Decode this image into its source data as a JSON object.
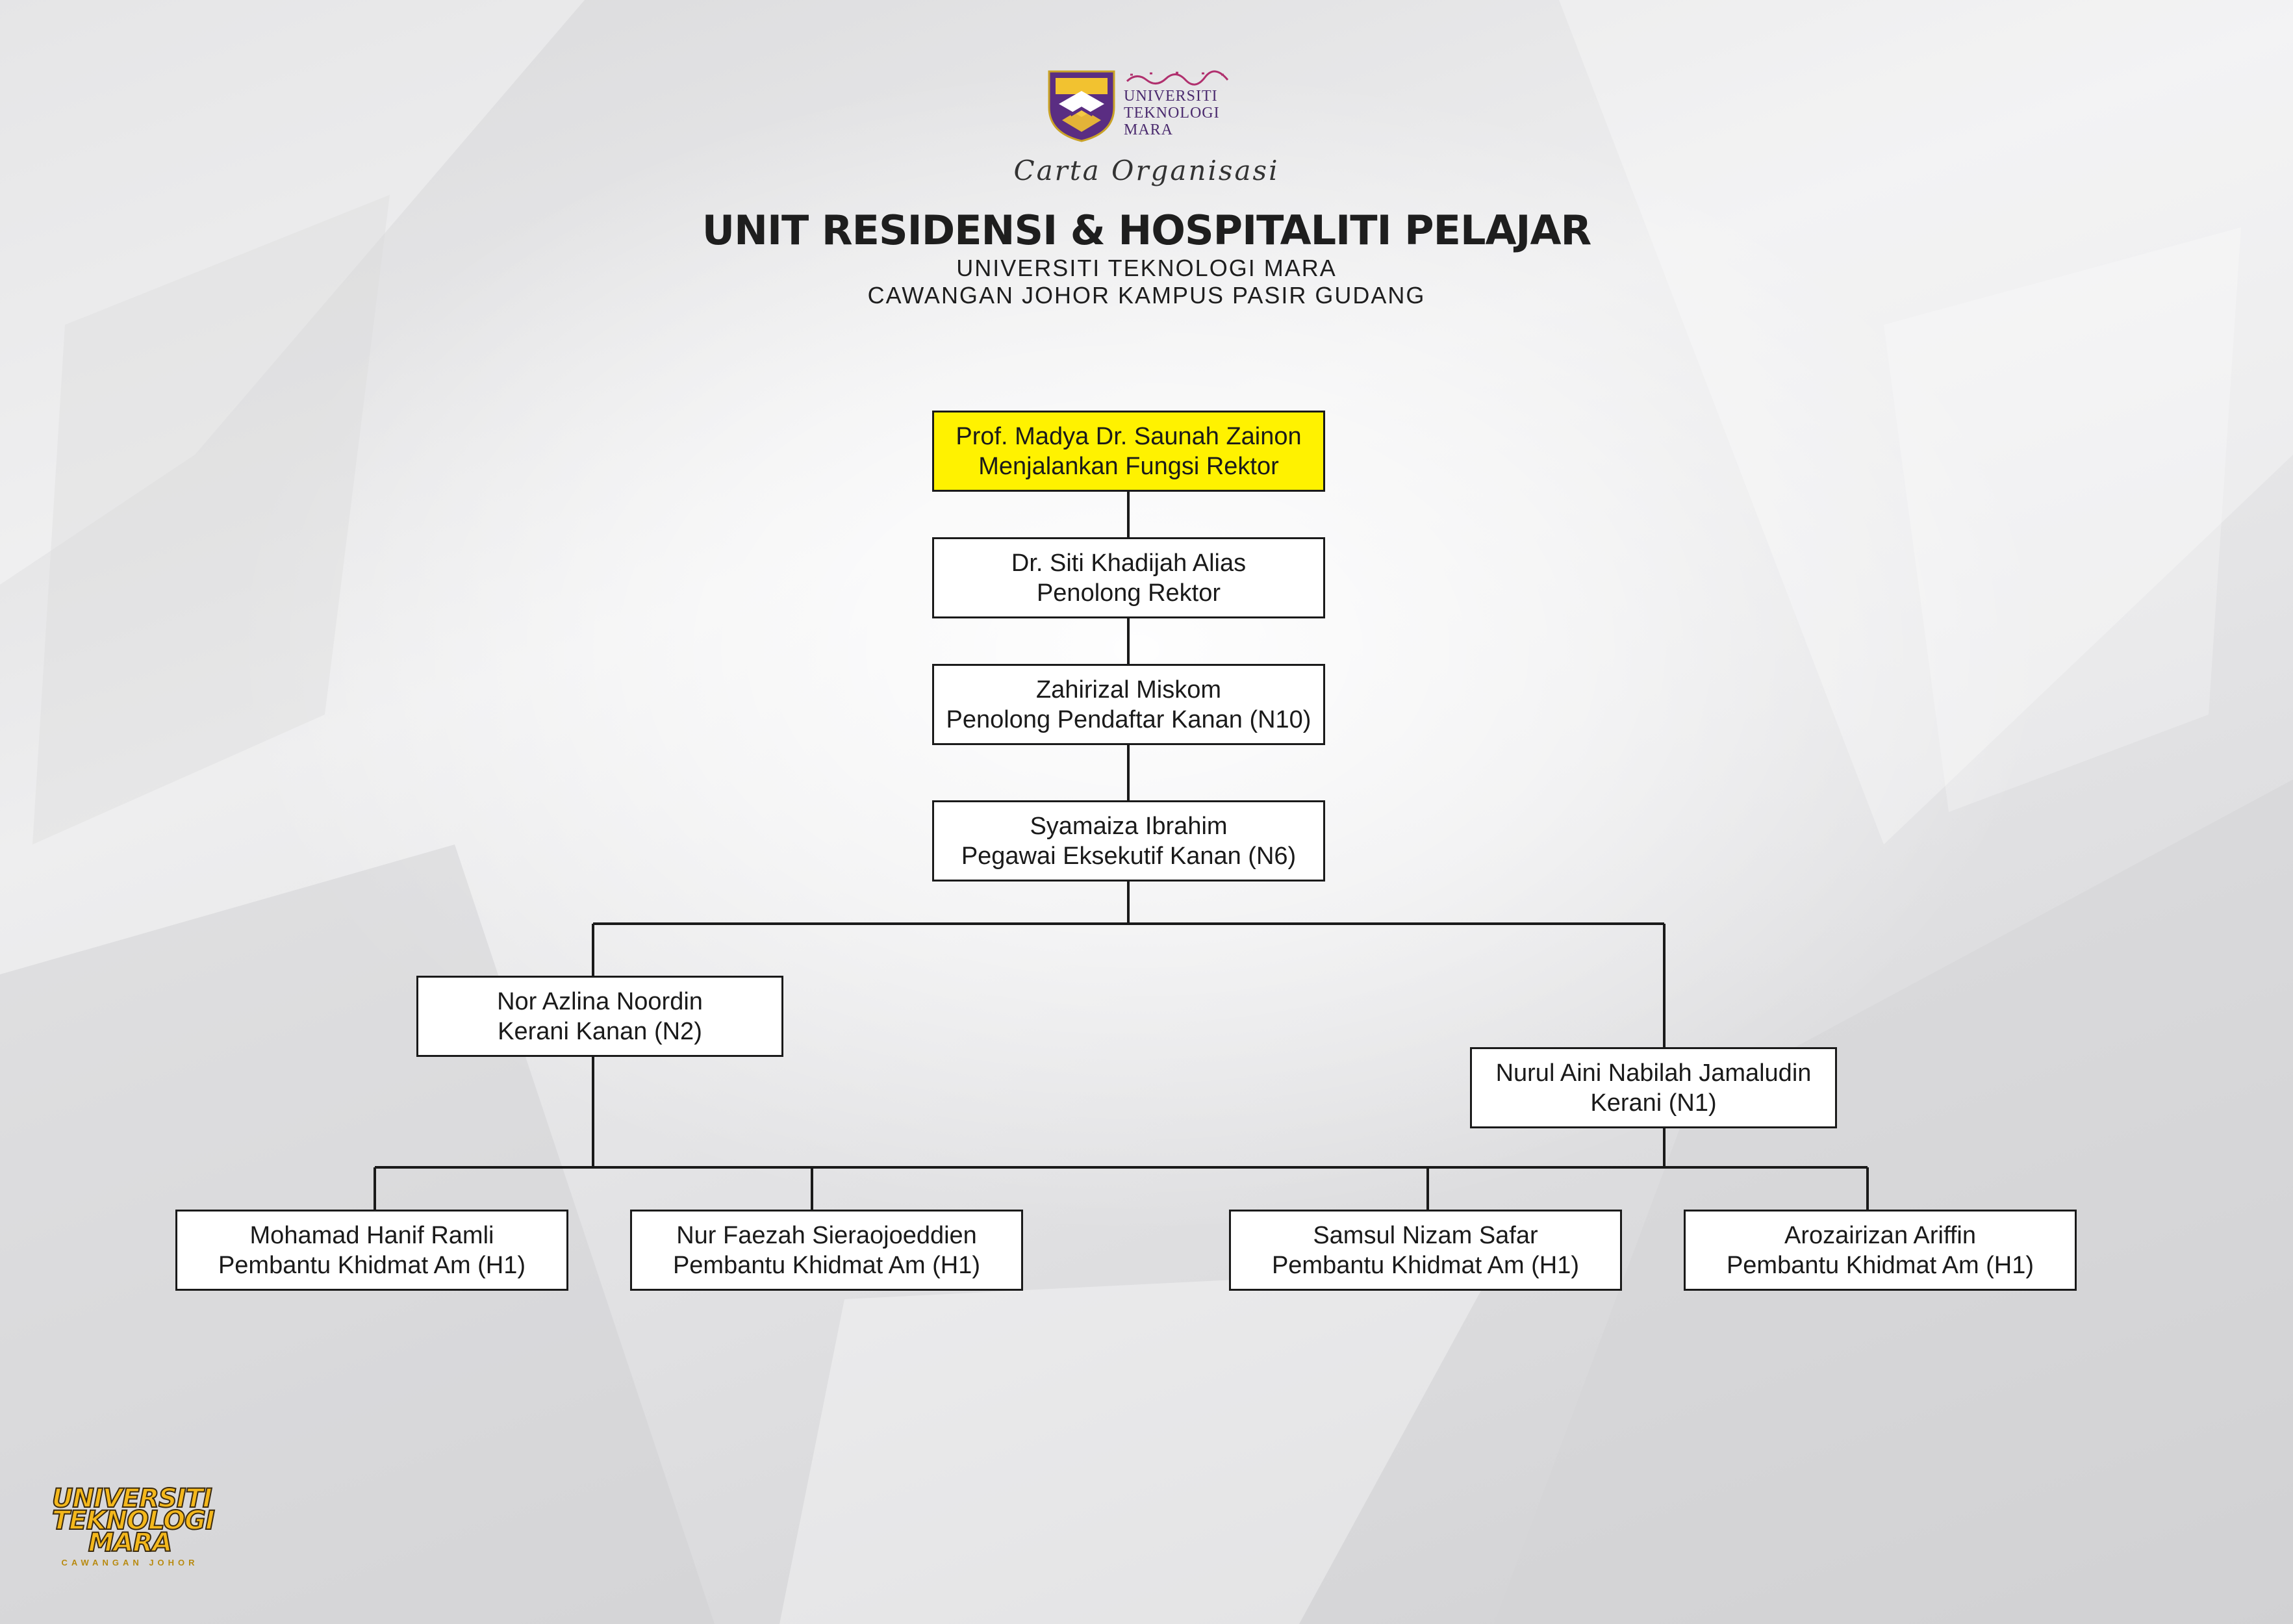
{
  "header": {
    "logo_lines": [
      "UNIVERSITI",
      "TEKNOLOGI",
      "MARA"
    ],
    "script_subtitle": "Carta Organisasi",
    "title": "UNIT RESIDENSI & HOSPITALITI PELAJAR",
    "subtitle_line1": "UNIVERSITI TEKNOLOGI MARA",
    "subtitle_line2": "CAWANGAN JOHOR KAMPUS PASIR GUDANG"
  },
  "org_chart": {
    "nodes": [
      {
        "name": "Prof. Madya Dr. Saunah Zainon",
        "role": "Menjalankan Fungsi Rektor",
        "highlight_color": "#fff200"
      },
      {
        "name": "Dr. Siti Khadijah Alias",
        "role": "Penolong Rektor"
      },
      {
        "name": "Zahirizal Miskom",
        "role": "Penolong Pendaftar Kanan (N10)"
      },
      {
        "name": "Syamaiza Ibrahim",
        "role": "Pegawai Eksekutif Kanan (N6)"
      },
      {
        "name": "Nor Azlina Noordin",
        "role": "Kerani Kanan (N2)"
      },
      {
        "name": "Nurul Aini Nabilah Jamaludin",
        "role": "Kerani (N1)"
      },
      {
        "name": "Mohamad Hanif Ramli",
        "role": "Pembantu Khidmat Am (H1)"
      },
      {
        "name": "Nur Faezah Sieraojoeddien",
        "role": "Pembantu Khidmat Am (H1)"
      },
      {
        "name": "Samsul Nizam Safar",
        "role": "Pembantu Khidmat Am (H1)"
      },
      {
        "name": "Arozairizan Ariffin",
        "role": "Pembantu Khidmat Am (H1)"
      }
    ]
  },
  "footer_logo": {
    "lines": [
      "UNIVERSITI",
      "TEKNOLOGI",
      "MARA"
    ],
    "small": "CAWANGAN JOHOR",
    "color": "#f4b81c"
  }
}
